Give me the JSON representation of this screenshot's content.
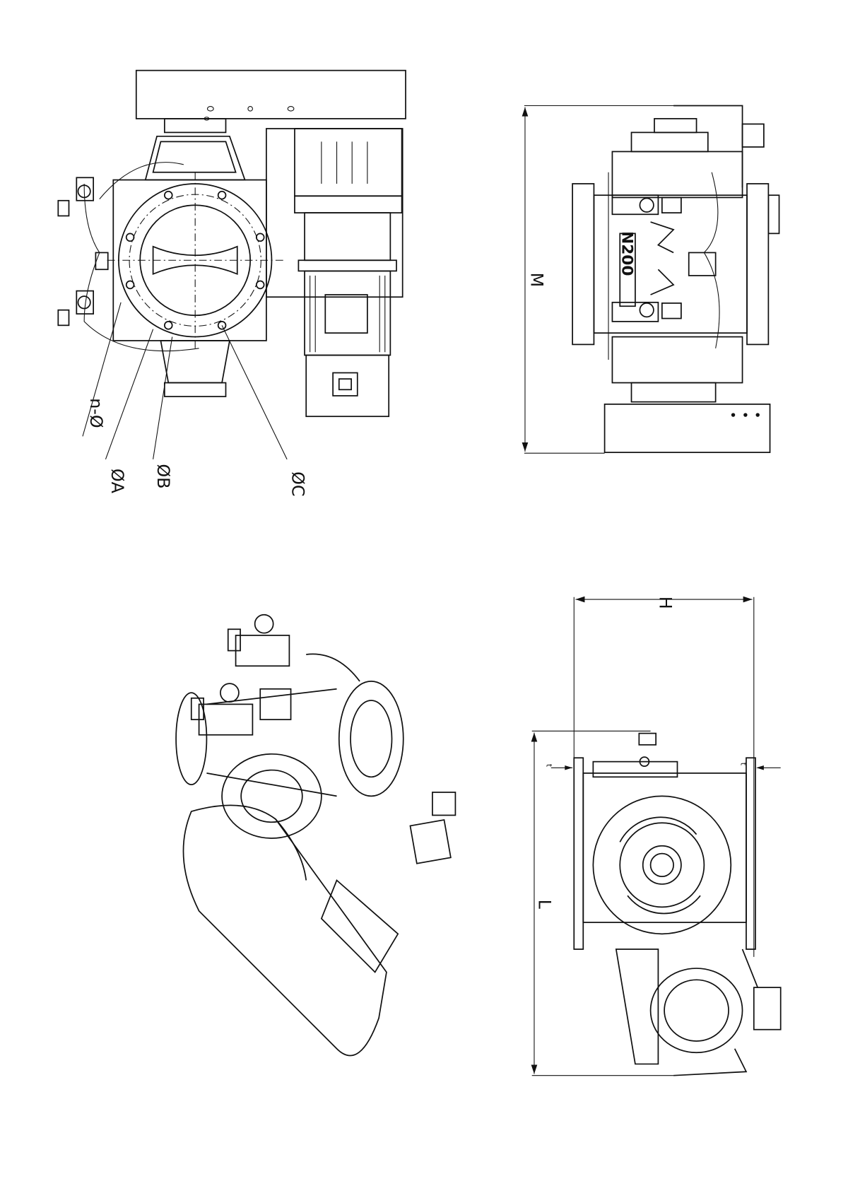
{
  "labels": {
    "holes": "n-Ø",
    "dia_a": "ØA",
    "dia_b": "ØB",
    "dia_c": "ØC",
    "dim_m": "M",
    "dim_h": "H",
    "dim_l": "L",
    "model": "N200",
    "t_left": "t",
    "t_right": "t"
  }
}
